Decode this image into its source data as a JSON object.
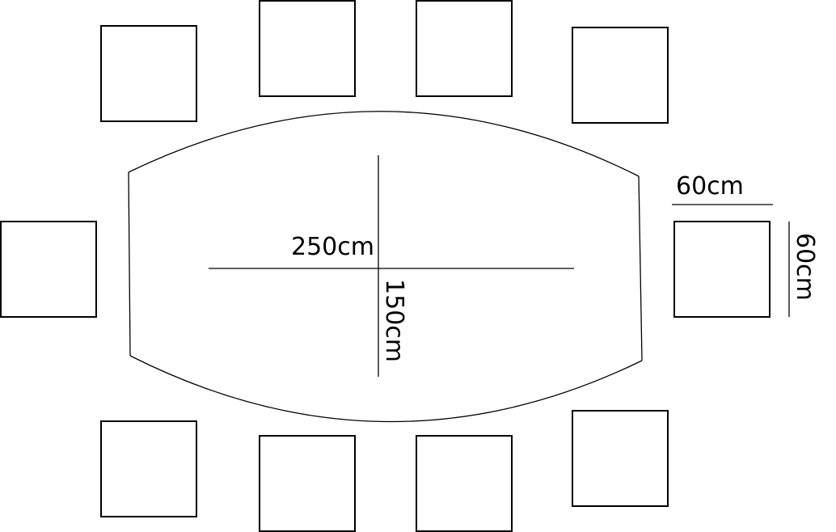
{
  "labels": {
    "length": "250cm",
    "width": "150cm",
    "chair_width": "60cm",
    "chair_depth": "60cm"
  },
  "colors": {
    "stroke": "#000000",
    "background": "#ffffff"
  }
}
